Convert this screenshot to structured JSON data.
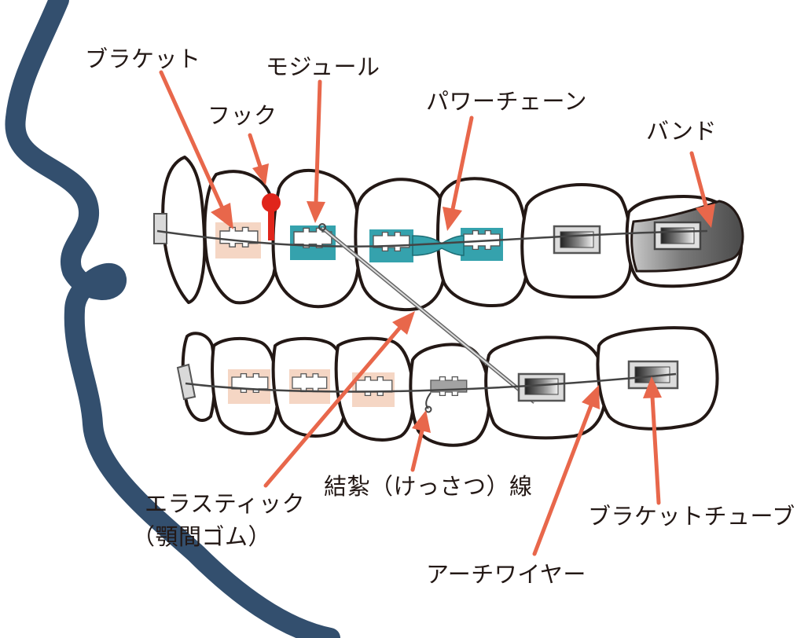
{
  "labels": {
    "bracket": "ブラケット",
    "hook": "フック",
    "module": "モジュール",
    "power_chain": "パワーチェーン",
    "band": "バンド",
    "elastic_line1": "エラスティック",
    "elastic_line2": "（顎間ゴム）",
    "ligature_wire": "結紮（けっさつ）線",
    "bracket_tube": "ブラケットチューブ",
    "arch_wire": "アーチワイヤー"
  },
  "colors": {
    "arrow": "#e8674b",
    "profile": "#334f6e",
    "tooth_outline": "#231815",
    "bracket_fill": "#f5d6c4",
    "module": "#35a2ad",
    "hook": "#e0251b",
    "band": "#555555"
  }
}
